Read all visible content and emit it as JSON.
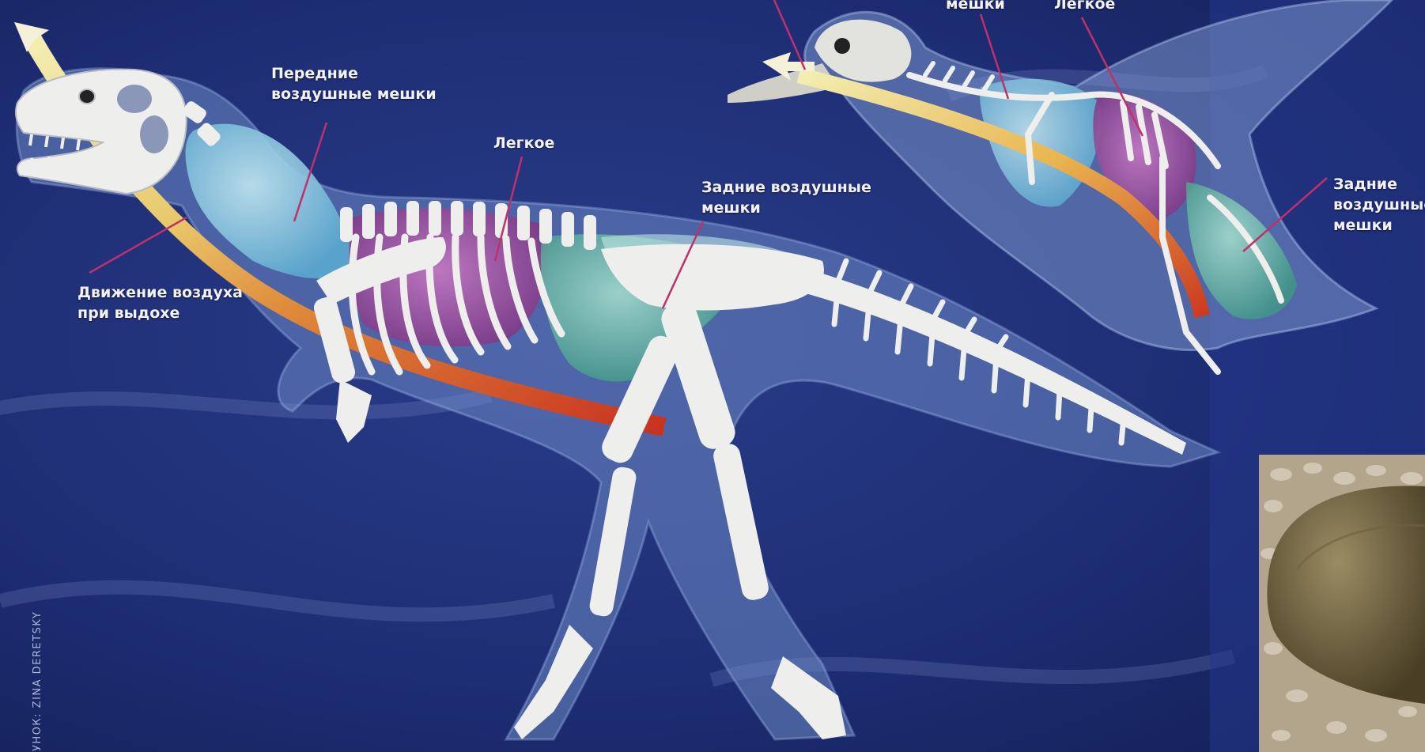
{
  "colors": {
    "background": "#1b2a6e",
    "body_silhouette": "#6e8ac4",
    "bone": "#eeeeec",
    "front_air_sacs": "#8ec9e0",
    "lung": "#9a4f9c",
    "rear_air_sacs": "#5fb5a0",
    "exhale_airflow_start": "#efe59a",
    "exhale_airflow_end": "#d23a22",
    "pointer_line": "#c0306a"
  },
  "icons": {
    "airflow_arrow": "arrow-up-left-icon",
    "bird_airflow_arrow": "arrow-left-icon"
  },
  "labels": {
    "front_air_sacs": [
      "Передние",
      "воздушные мешки"
    ],
    "lung": [
      "Легкое"
    ],
    "rear_air_sacs": [
      "Задние воздушные",
      "мешки"
    ],
    "airflow": [
      "Движение воздуха",
      "при выдохе"
    ],
    "bird_sacs_top": [
      "мешки"
    ],
    "bird_lung": [
      "Легкое"
    ],
    "bird_rear_air_sacs": [
      "Задние",
      "воздушные",
      "мешки"
    ]
  },
  "credit": "УНОК: ZINA DERETSKY"
}
